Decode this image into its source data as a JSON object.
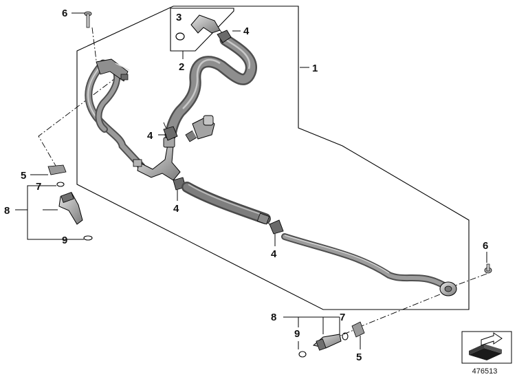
{
  "diagram": {
    "callouts": {
      "c1": "1",
      "c2": "2",
      "c3": "3",
      "c4a": "4",
      "c4b": "4",
      "c4c": "4",
      "c4d": "4",
      "c5a": "5",
      "c5b": "5",
      "c6a": "6",
      "c6b": "6",
      "c7a": "7",
      "c7b": "7",
      "c8a": "8",
      "c8b": "8",
      "c9a": "9",
      "c9b": "9"
    },
    "reference_number": "476513"
  },
  "colors": {
    "hose_fill": "#8c8c8c",
    "hose_dark": "#5e5e5e",
    "hose_highlight": "#c4c4c4",
    "line": "#000000",
    "background": "#ffffff"
  },
  "icons": {
    "corner_symbol": "arrow-box-icon"
  }
}
